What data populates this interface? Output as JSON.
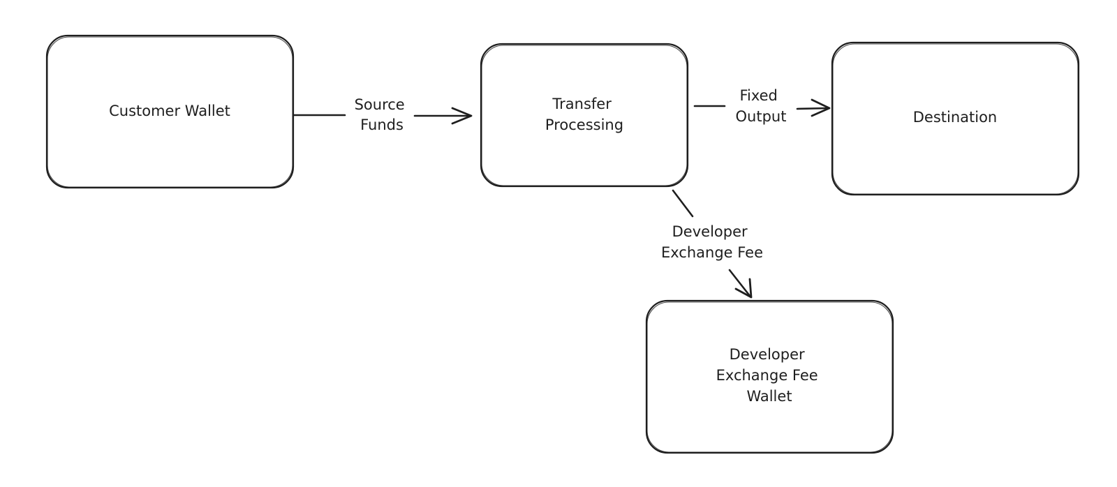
{
  "colors": {
    "stroke": "#1e1e1e",
    "background": "#ffffff"
  },
  "nodes": [
    {
      "id": "customer-wallet",
      "lines": [
        "Customer Wallet"
      ]
    },
    {
      "id": "transfer-processing",
      "lines": [
        "Transfer",
        "Processing"
      ]
    },
    {
      "id": "destination",
      "lines": [
        "Destination"
      ]
    },
    {
      "id": "developer-exchange-fee-wallet",
      "lines": [
        "Developer",
        "Exchange Fee",
        "Wallet"
      ]
    }
  ],
  "edges": [
    {
      "id": "source-funds",
      "from": "customer-wallet",
      "to": "transfer-processing",
      "lines": [
        "Source",
        "Funds"
      ]
    },
    {
      "id": "fixed-output",
      "from": "transfer-processing",
      "to": "destination",
      "lines": [
        "Fixed",
        "Output"
      ]
    },
    {
      "id": "developer-exchange-fee",
      "from": "transfer-processing",
      "to": "developer-exchange-fee-wallet",
      "lines": [
        "Developer",
        "Exchange Fee"
      ]
    }
  ]
}
